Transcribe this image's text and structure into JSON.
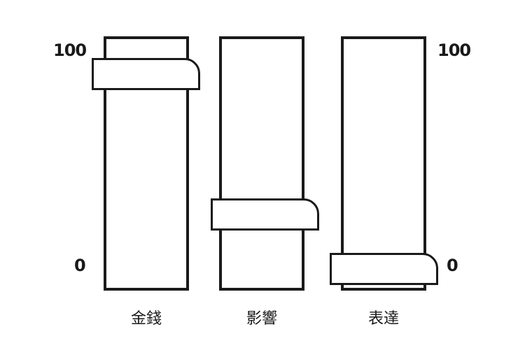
{
  "scale": {
    "max_label": "100",
    "min_label": "0",
    "min": 0,
    "max": 100
  },
  "columns": [
    {
      "label": "金錢",
      "level": 89
    },
    {
      "label": "影響",
      "level": 25
    },
    {
      "label": "表達",
      "level": 0
    }
  ],
  "colors": {
    "stroke": "#1a1a1a",
    "fill": "#ffffff"
  }
}
